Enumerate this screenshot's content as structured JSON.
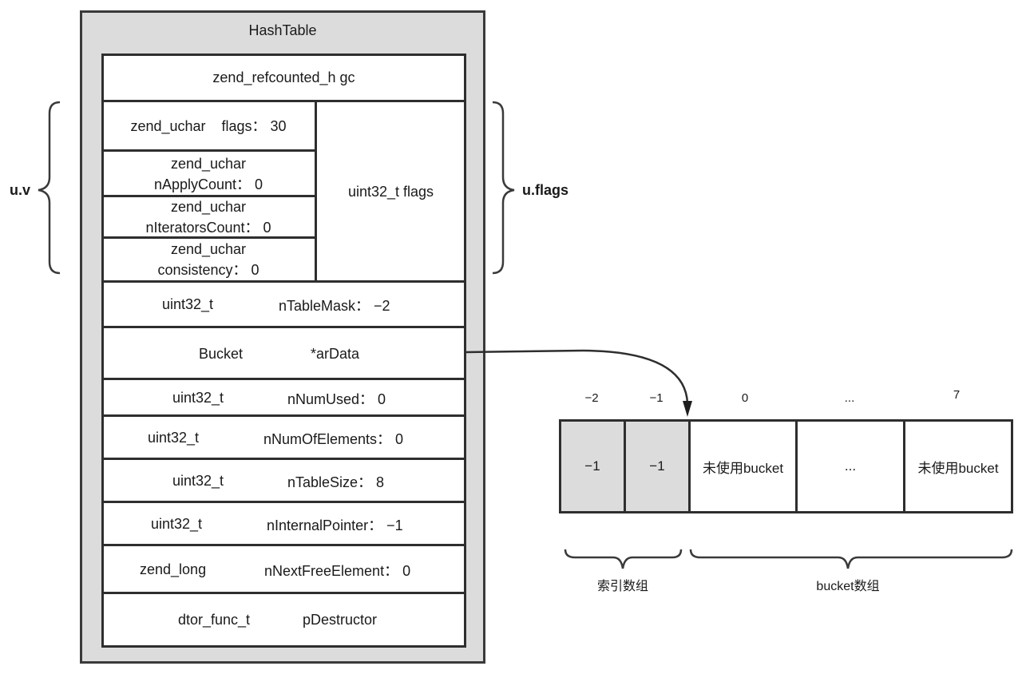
{
  "hashtable": {
    "title": "HashTable",
    "gc": "zend_refcounted_h gc",
    "u_v": {
      "flags": "zend_uchar    flags： 30",
      "nApplyCount": [
        "zend_uchar",
        "nApplyCount： 0"
      ],
      "nIteratorsCount": [
        "zend_uchar",
        "nIteratorsCount： 0"
      ],
      "consistency": [
        "zend_uchar",
        "consistency： 0"
      ]
    },
    "u_flags_cell": "uint32_t flags",
    "fields": [
      {
        "type": "uint32_t",
        "name": "nTableMask： −2"
      },
      {
        "type": "Bucket",
        "name": "*arData"
      },
      {
        "type": "uint32_t",
        "name": "nNumUsed： 0"
      },
      {
        "type": "uint32_t",
        "name": "nNumOfElements： 0"
      },
      {
        "type": "uint32_t",
        "name": "nTableSize： 8"
      },
      {
        "type": "uint32_t",
        "name": "nInternalPointer： −1"
      },
      {
        "type": "zend_long",
        "name": "nNextFreeElement： 0"
      },
      {
        "type": "dtor_func_t",
        "name": "pDestructor"
      }
    ]
  },
  "brace_labels": {
    "left": "u.v",
    "right": "u.flags"
  },
  "array": {
    "indices": [
      "−2",
      "−1",
      "0",
      "...",
      "7"
    ],
    "cells": [
      "−1",
      "−1",
      "未使用bucket",
      "...",
      "未使用bucket"
    ],
    "index_section_label": "索引数组",
    "bucket_section_label": "bucket数组"
  },
  "colors": {
    "frame_fill": "#dcdcdc",
    "index_cell_fill": "#dcdcdc",
    "line": "#2e2e2e"
  }
}
